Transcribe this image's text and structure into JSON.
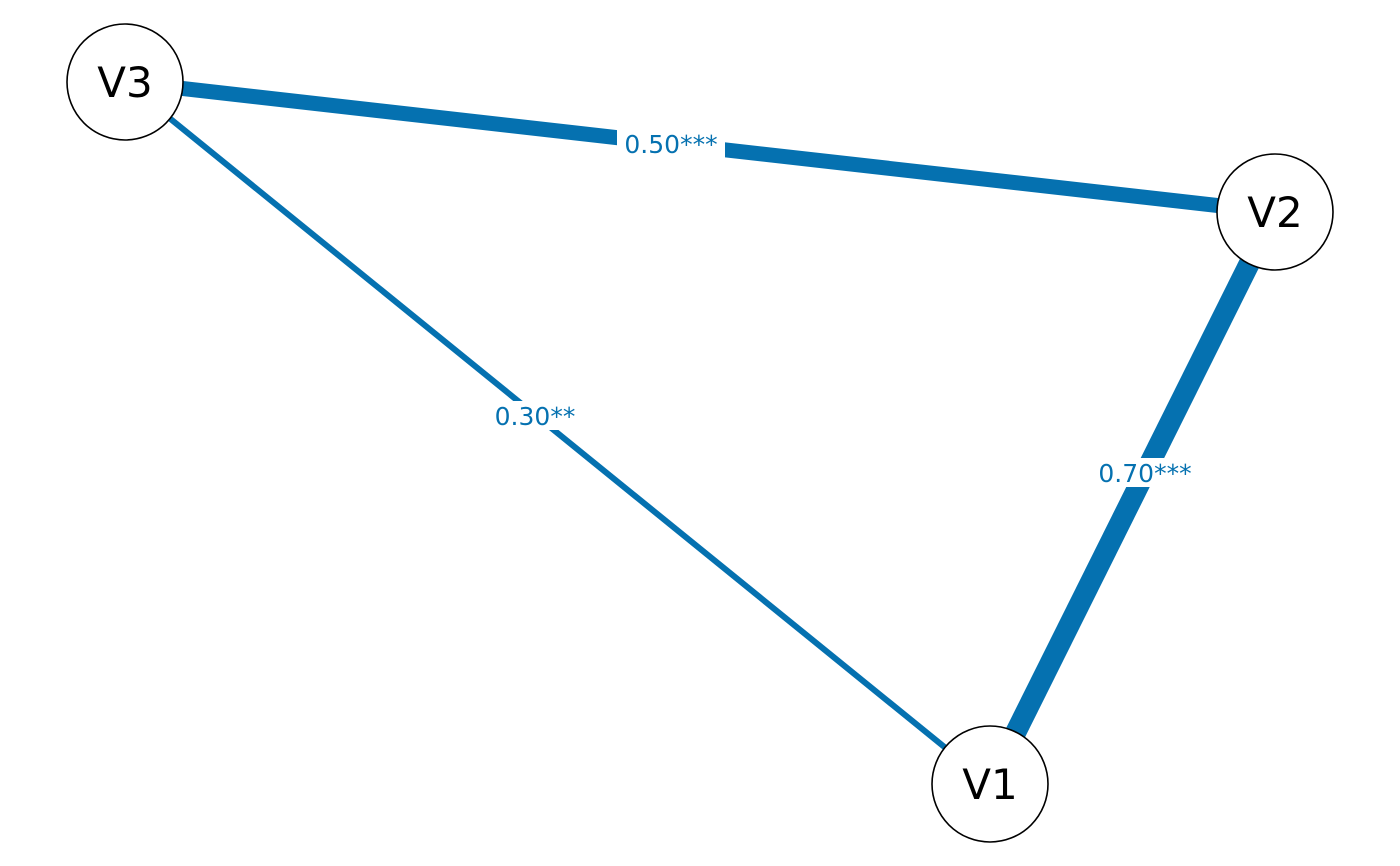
{
  "diagram": {
    "edge_color": "#0571b0",
    "nodes": [
      {
        "id": "V1",
        "label": "V1"
      },
      {
        "id": "V2",
        "label": "V2"
      },
      {
        "id": "V3",
        "label": "V3"
      }
    ],
    "edges": [
      {
        "from": "V1",
        "to": "V2",
        "value": 0.7,
        "label": "0.70***"
      },
      {
        "from": "V1",
        "to": "V3",
        "value": 0.3,
        "label": "0.30**"
      },
      {
        "from": "V2",
        "to": "V3",
        "value": 0.5,
        "label": "0.50***"
      }
    ]
  }
}
